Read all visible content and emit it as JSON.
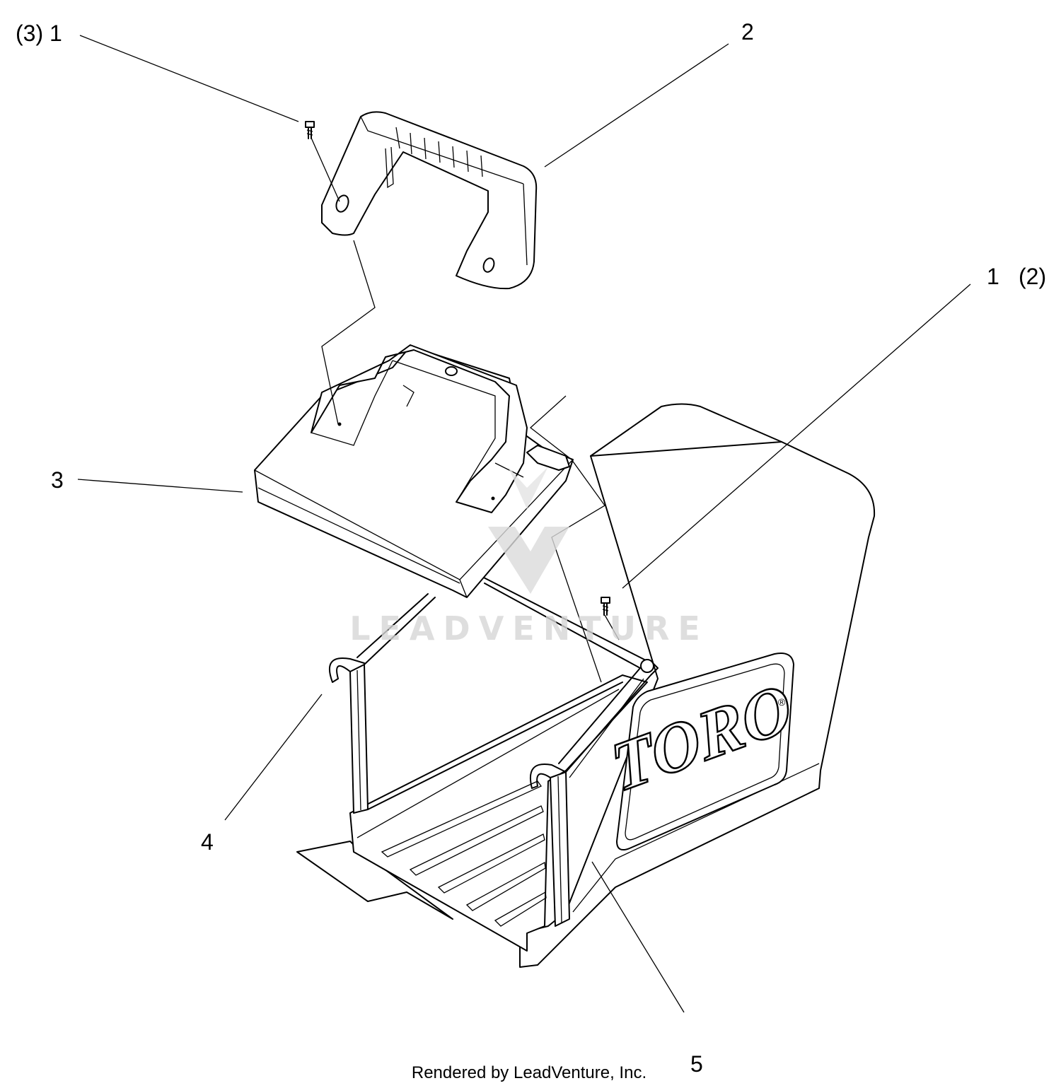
{
  "callouts": {
    "c1_top": "(3) 1",
    "c2": "2",
    "c1_right_num": "1",
    "c1_right_qty": "(2)",
    "c3": "3",
    "c4": "4",
    "c5": "5"
  },
  "logo": "TORO",
  "registered_mark": "®",
  "watermark": "LEADVENTURE",
  "credit": "Rendered by LeadVenture, Inc."
}
